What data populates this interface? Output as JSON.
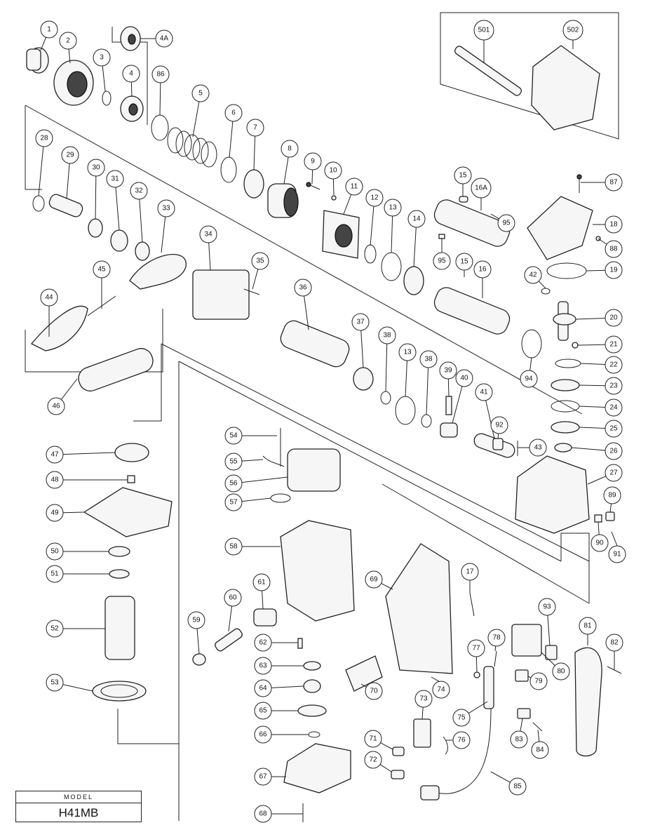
{
  "model_box": {
    "header": "MODEL",
    "model": "H41MB"
  },
  "callouts": [
    {
      "id": "1",
      "label": "1"
    },
    {
      "id": "2",
      "label": "2"
    },
    {
      "id": "3",
      "label": "3"
    },
    {
      "id": "4",
      "label": "4"
    },
    {
      "id": "4A",
      "label": "4A"
    },
    {
      "id": "5",
      "label": "5"
    },
    {
      "id": "6",
      "label": "6"
    },
    {
      "id": "7",
      "label": "7"
    },
    {
      "id": "8",
      "label": "8"
    },
    {
      "id": "9",
      "label": "9"
    },
    {
      "id": "10",
      "label": "10"
    },
    {
      "id": "11",
      "label": "11"
    },
    {
      "id": "12",
      "label": "12"
    },
    {
      "id": "13a",
      "label": "13"
    },
    {
      "id": "13b",
      "label": "13"
    },
    {
      "id": "14",
      "label": "14"
    },
    {
      "id": "15a",
      "label": "15"
    },
    {
      "id": "15b",
      "label": "15"
    },
    {
      "id": "16",
      "label": "16"
    },
    {
      "id": "16A",
      "label": "16A"
    },
    {
      "id": "17",
      "label": "17"
    },
    {
      "id": "18",
      "label": "18"
    },
    {
      "id": "19",
      "label": "19"
    },
    {
      "id": "20",
      "label": "20"
    },
    {
      "id": "21",
      "label": "21"
    },
    {
      "id": "22",
      "label": "22"
    },
    {
      "id": "23",
      "label": "23"
    },
    {
      "id": "24",
      "label": "24"
    },
    {
      "id": "25",
      "label": "25"
    },
    {
      "id": "26",
      "label": "26"
    },
    {
      "id": "27",
      "label": "27"
    },
    {
      "id": "28",
      "label": "28"
    },
    {
      "id": "29",
      "label": "29"
    },
    {
      "id": "30",
      "label": "30"
    },
    {
      "id": "31",
      "label": "31"
    },
    {
      "id": "32",
      "label": "32"
    },
    {
      "id": "33",
      "label": "33"
    },
    {
      "id": "34",
      "label": "34"
    },
    {
      "id": "35",
      "label": "35"
    },
    {
      "id": "36",
      "label": "36"
    },
    {
      "id": "37",
      "label": "37"
    },
    {
      "id": "38a",
      "label": "38"
    },
    {
      "id": "38b",
      "label": "38"
    },
    {
      "id": "39",
      "label": "39"
    },
    {
      "id": "40",
      "label": "40"
    },
    {
      "id": "41",
      "label": "41"
    },
    {
      "id": "42",
      "label": "42"
    },
    {
      "id": "43",
      "label": "43"
    },
    {
      "id": "44",
      "label": "44"
    },
    {
      "id": "45",
      "label": "45"
    },
    {
      "id": "46",
      "label": "46"
    },
    {
      "id": "47",
      "label": "47"
    },
    {
      "id": "48",
      "label": "48"
    },
    {
      "id": "49",
      "label": "49"
    },
    {
      "id": "50",
      "label": "50"
    },
    {
      "id": "51",
      "label": "51"
    },
    {
      "id": "52",
      "label": "52"
    },
    {
      "id": "53",
      "label": "53"
    },
    {
      "id": "54",
      "label": "54"
    },
    {
      "id": "55",
      "label": "55"
    },
    {
      "id": "56",
      "label": "56"
    },
    {
      "id": "57",
      "label": "57"
    },
    {
      "id": "58",
      "label": "58"
    },
    {
      "id": "59",
      "label": "59"
    },
    {
      "id": "60",
      "label": "60"
    },
    {
      "id": "61",
      "label": "61"
    },
    {
      "id": "62",
      "label": "62"
    },
    {
      "id": "63",
      "label": "63"
    },
    {
      "id": "64",
      "label": "64"
    },
    {
      "id": "65",
      "label": "65"
    },
    {
      "id": "66",
      "label": "66"
    },
    {
      "id": "67",
      "label": "67"
    },
    {
      "id": "68",
      "label": "68"
    },
    {
      "id": "69",
      "label": "69"
    },
    {
      "id": "70",
      "label": "70"
    },
    {
      "id": "71",
      "label": "71"
    },
    {
      "id": "72",
      "label": "72"
    },
    {
      "id": "73",
      "label": "73"
    },
    {
      "id": "74",
      "label": "74"
    },
    {
      "id": "75",
      "label": "75"
    },
    {
      "id": "76",
      "label": "76"
    },
    {
      "id": "77",
      "label": "77"
    },
    {
      "id": "78",
      "label": "78"
    },
    {
      "id": "79",
      "label": "79"
    },
    {
      "id": "80",
      "label": "80"
    },
    {
      "id": "81",
      "label": "81"
    },
    {
      "id": "82",
      "label": "82"
    },
    {
      "id": "83",
      "label": "83"
    },
    {
      "id": "84",
      "label": "84"
    },
    {
      "id": "85",
      "label": "85"
    },
    {
      "id": "86",
      "label": "86"
    },
    {
      "id": "87",
      "label": "87"
    },
    {
      "id": "88",
      "label": "88"
    },
    {
      "id": "89",
      "label": "89"
    },
    {
      "id": "90",
      "label": "90"
    },
    {
      "id": "91",
      "label": "91"
    },
    {
      "id": "92",
      "label": "92"
    },
    {
      "id": "93",
      "label": "93"
    },
    {
      "id": "94",
      "label": "94"
    },
    {
      "id": "95a",
      "label": "95"
    },
    {
      "id": "95b",
      "label": "95"
    },
    {
      "id": "501",
      "label": "501"
    },
    {
      "id": "502",
      "label": "502"
    }
  ]
}
